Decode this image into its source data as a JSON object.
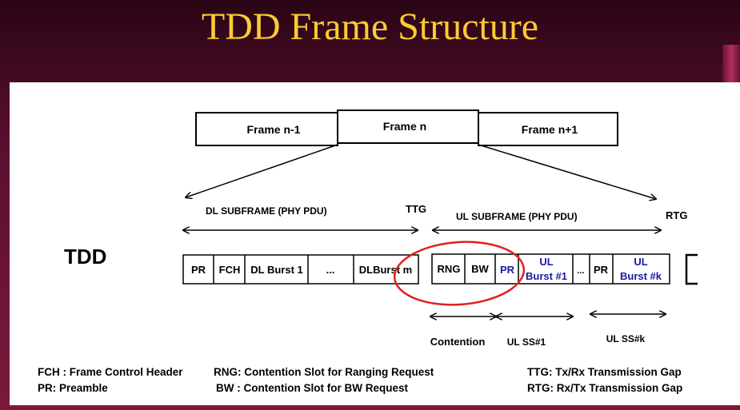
{
  "title": "TDD Frame Structure",
  "frames": {
    "prev": "Frame n-1",
    "current": "Frame n",
    "next": "Frame n+1"
  },
  "subframes": {
    "dl": "DL SUBFRAME (PHY PDU)",
    "ul": "UL SUBFRAME (PHY  PDU)",
    "ttg": "TTG",
    "rtg": "RTG"
  },
  "mode_label": "TDD",
  "slots": {
    "pr1": "PR",
    "fch": "FCH",
    "dl_burst_1": "DL Burst 1",
    "dl_ellipsis": "...",
    "dl_burst_m": "DLBurst m",
    "rng": "RNG",
    "bw": "BW",
    "pr2": "PR",
    "ul_burst_1": {
      "line1": "UL",
      "line2": "Burst #1"
    },
    "ul_ellipsis": "...",
    "pr3": "PR",
    "ul_burst_k": {
      "line1": "UL",
      "line2": "Burst #k"
    }
  },
  "lower_labels": {
    "contention": "Contention",
    "ul_ss_1": "UL SS#1",
    "ul_ss_k": "UL SS#k"
  },
  "legend": {
    "fch": "FCH : Frame Control Header",
    "pr": "PR: Preamble",
    "rng": "RNG: Contention Slot for Ranging Request",
    "bw": "BW : Contention Slot for BW Request",
    "ttg": "TTG: Tx/Rx Transmission Gap",
    "rtg": "RTG: Rx/Tx Transmission Gap"
  },
  "colors": {
    "title": "#ffcc33",
    "highlight_circle": "#e02020",
    "ul_text": "#1a1aa6"
  }
}
